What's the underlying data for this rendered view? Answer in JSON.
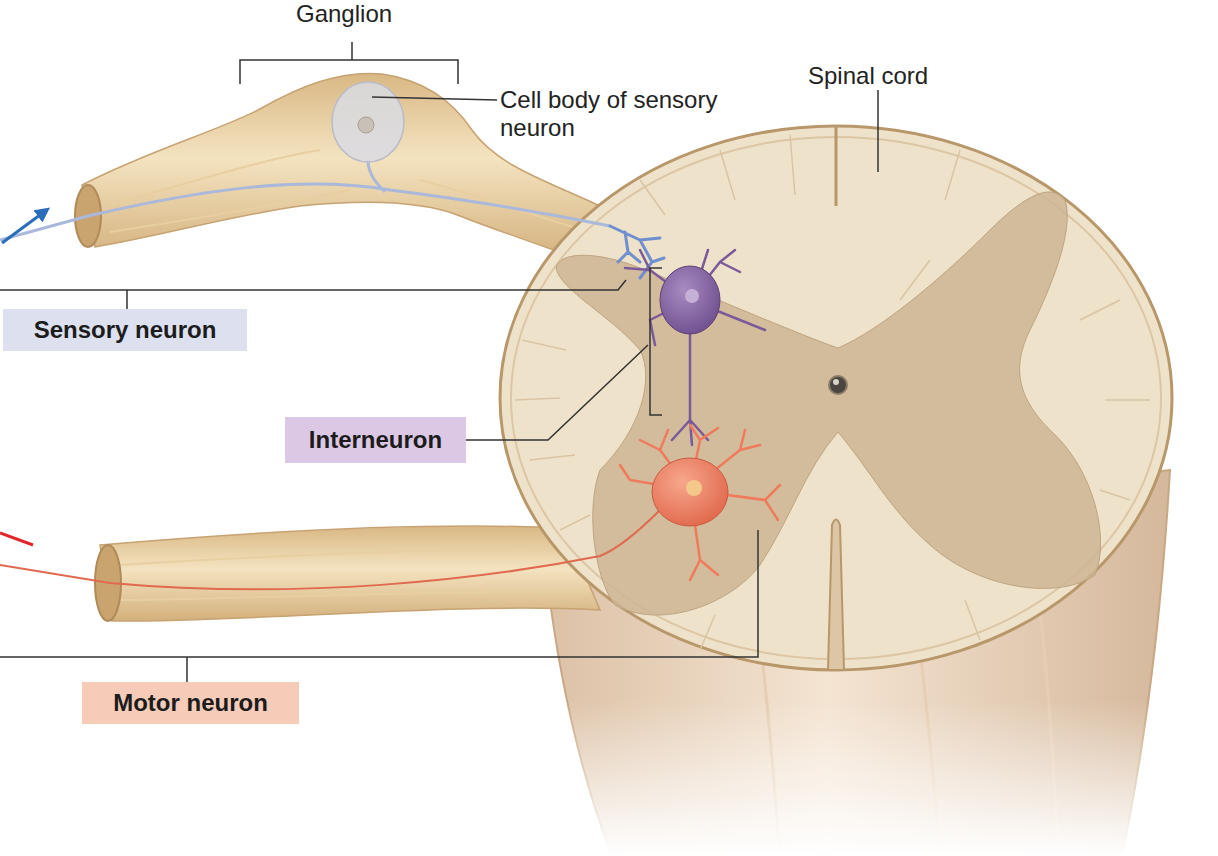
{
  "diagram": {
    "nodes": [
      {
        "text": [
          "Sensory neuron"
        ]
      },
      {
        "text": [
          "Interneuron"
        ]
      },
      {
        "text": [
          "Motor neuron"
        ]
      }
    ],
    "labels": [
      "Ganglion",
      "Cell body of sensory neuron",
      "Spinal cord"
    ]
  }
}
